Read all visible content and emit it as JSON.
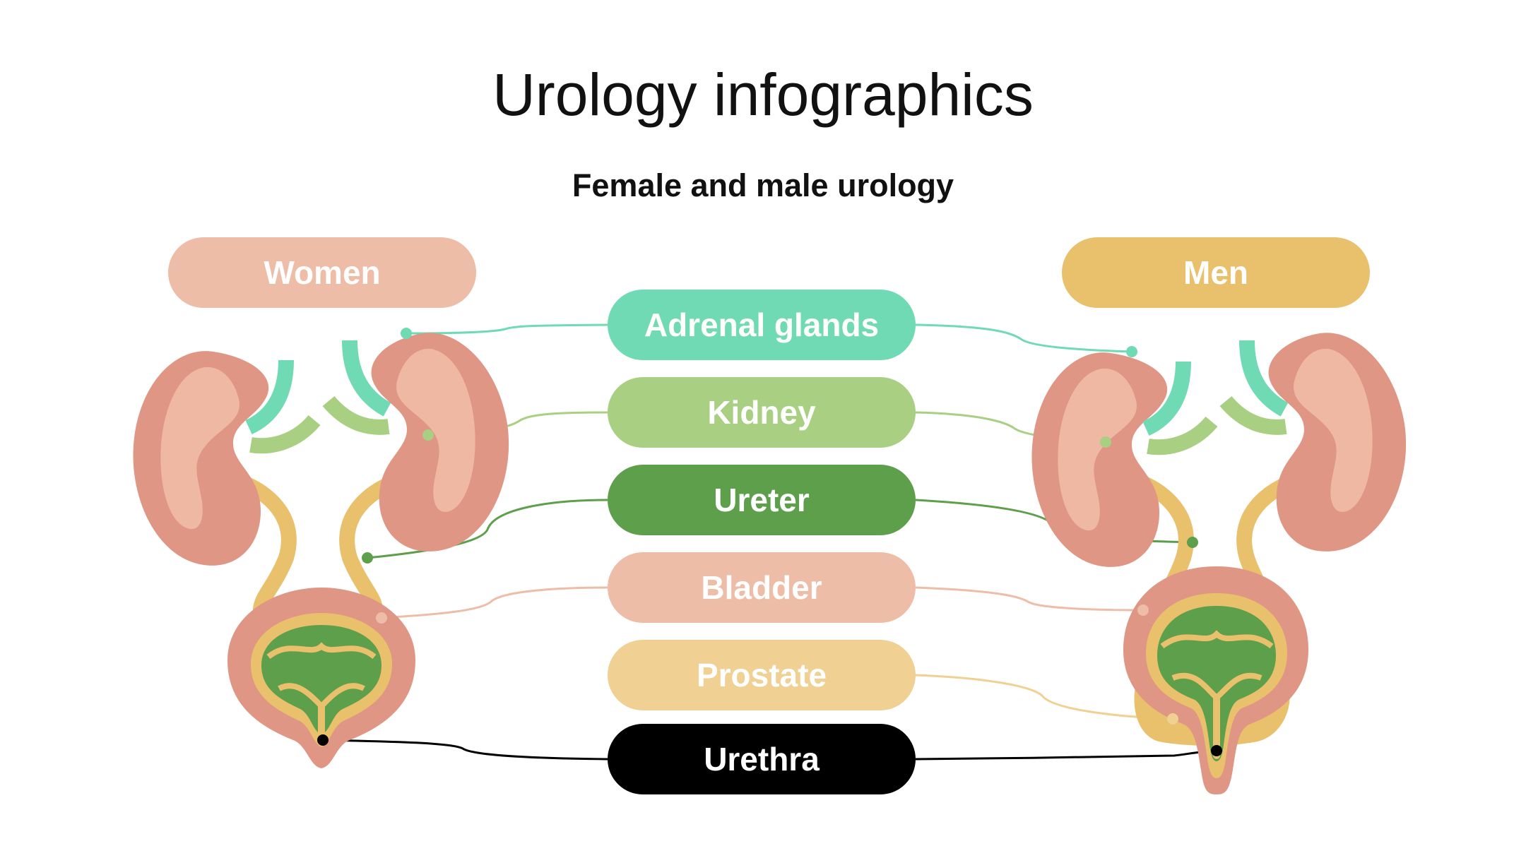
{
  "header": {
    "title": "Urology infographics",
    "subtitle": "Female and male urology"
  },
  "genders": {
    "women": {
      "label": "Women",
      "color": "#EEBDA7"
    },
    "men": {
      "label": "Men",
      "color": "#E9C06C"
    }
  },
  "labels": [
    {
      "key": "adrenal",
      "text": "Adrenal glands",
      "color": "#6FDAB3"
    },
    {
      "key": "kidney",
      "text": "Kidney",
      "color": "#A8CF82"
    },
    {
      "key": "ureter",
      "text": "Ureter",
      "color": "#5E9F4B"
    },
    {
      "key": "bladder",
      "text": "Bladder",
      "color": "#EEBDA7"
    },
    {
      "key": "prostate",
      "text": "Prostate",
      "color": "#F0D093"
    },
    {
      "key": "urethra",
      "text": "Urethra",
      "color": "#000000"
    }
  ],
  "colors": {
    "kidney_outer": "#DF9685",
    "kidney_inner": "#EFB8A2",
    "adrenal": "#6FDAB3",
    "vessel": "#A8CF82",
    "ureter": "#E9C06C",
    "bladder_outer": "#DF9685",
    "bladder_wall": "#E9C06C",
    "bladder_inner": "#5E9F4B"
  }
}
